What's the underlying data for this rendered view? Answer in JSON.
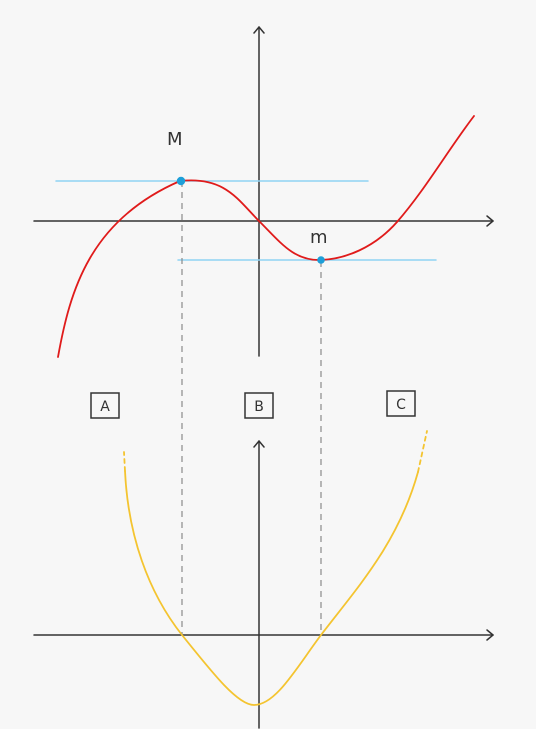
{
  "labels": {
    "max_point": "M",
    "min_point": "m",
    "region_a": "A",
    "region_b": "B",
    "region_c": "C"
  },
  "colors": {
    "background": "#f7f7f7",
    "axis": "#333333",
    "function_curve": "#e01b1b",
    "derivative_curve": "#f4c430",
    "tangent_lines": "#8fd3f4",
    "extrema_points": "#1e9fd8",
    "dashed_guides": "#8a8a8a"
  }
}
